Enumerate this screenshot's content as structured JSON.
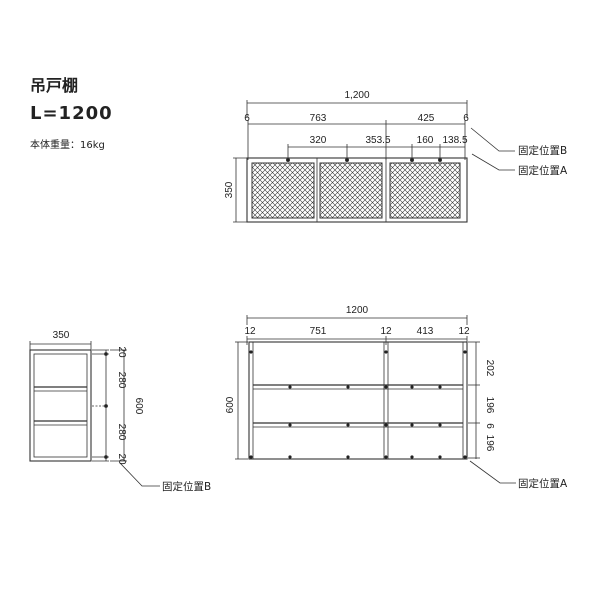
{
  "header": {
    "title": "吊戸棚",
    "model": "L=1200",
    "weight": "本体重量：16kg"
  },
  "labels": {
    "fix_b": "固定位置B",
    "fix_a": "固定位置A"
  },
  "front_view": {
    "total_width": "1,200",
    "edge_left": "6",
    "door_left": "763",
    "door_right": "425",
    "edge_right": "6",
    "fix_1": "320",
    "fix_2": "353.5",
    "fix_3": "160",
    "fix_4": "138.5",
    "height": "350"
  },
  "side_view": {
    "depth": "350",
    "top_gap": "20",
    "shelf_1": "280",
    "shelf_2": "280",
    "bottom_gap": "20",
    "height": "600"
  },
  "plan_view": {
    "total_width": "1200",
    "edge_left": "12",
    "bay_left": "751",
    "mid_gap": "12",
    "bay_right": "413",
    "edge_right": "12",
    "height": "600",
    "row_1": "202",
    "row_2": "196",
    "row_edge": "6",
    "row_3": "196"
  }
}
